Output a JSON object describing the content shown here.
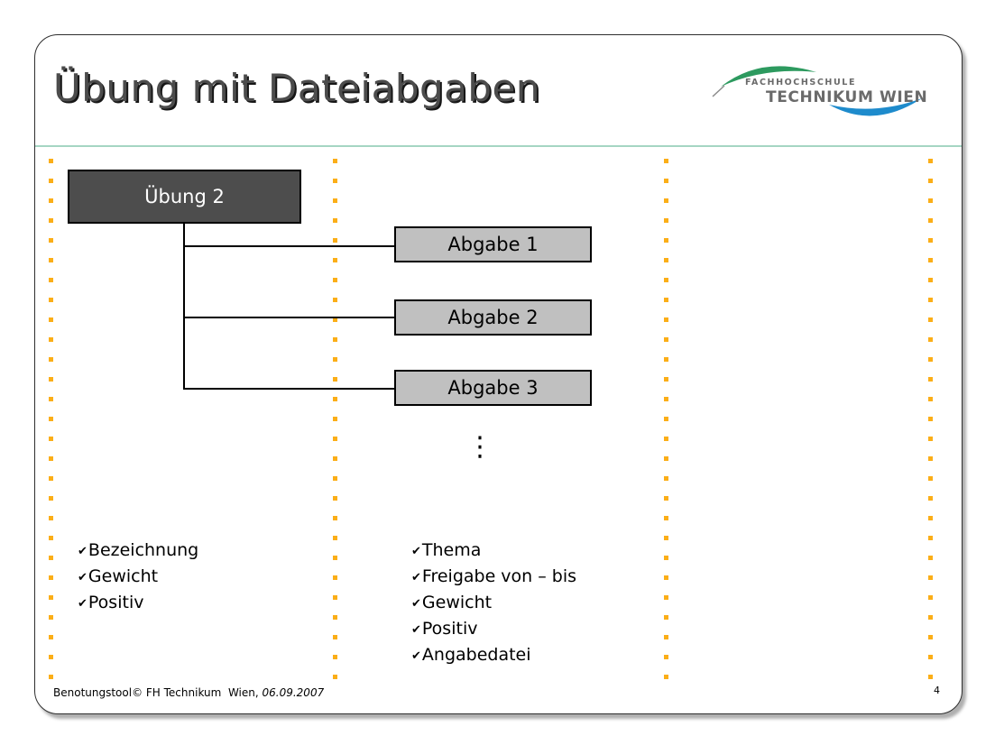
{
  "slide": {
    "title": "Übung mit Dateiabgaben",
    "page_number": "4",
    "footer": {
      "text": "Benotungstool© FH Technikum  Wien, ",
      "date": "06.09.2007"
    }
  },
  "logo": {
    "line1": "FACHHOCHSCHULE",
    "line2": "TECHNIKUM WIEN",
    "green_swoosh_color": "#2d9a5f",
    "blue_swoosh_color": "#1e8bcc",
    "text_color": "#6a6a6a"
  },
  "diagram": {
    "root": {
      "label": "Übung 2",
      "bg": "#4d4d4d",
      "text_color": "#ffffff"
    },
    "children": [
      "Abgabe 1",
      "Abgabe 2",
      "Abgabe 3"
    ],
    "child_bg": "#c0c0c0",
    "ellipsis": "⋮"
  },
  "checklists": {
    "check_glyph": "✔",
    "left": [
      "Bezeichnung",
      "Gewicht",
      "Positiv"
    ],
    "right": [
      "Thema",
      "Freigabe von – bis",
      "Gewicht",
      "Positiv",
      "Angabedatei"
    ]
  },
  "colors": {
    "accent_dots": "#fbae17",
    "title_divider": "#a5d6c3",
    "title_text": "#4c4c4c"
  }
}
